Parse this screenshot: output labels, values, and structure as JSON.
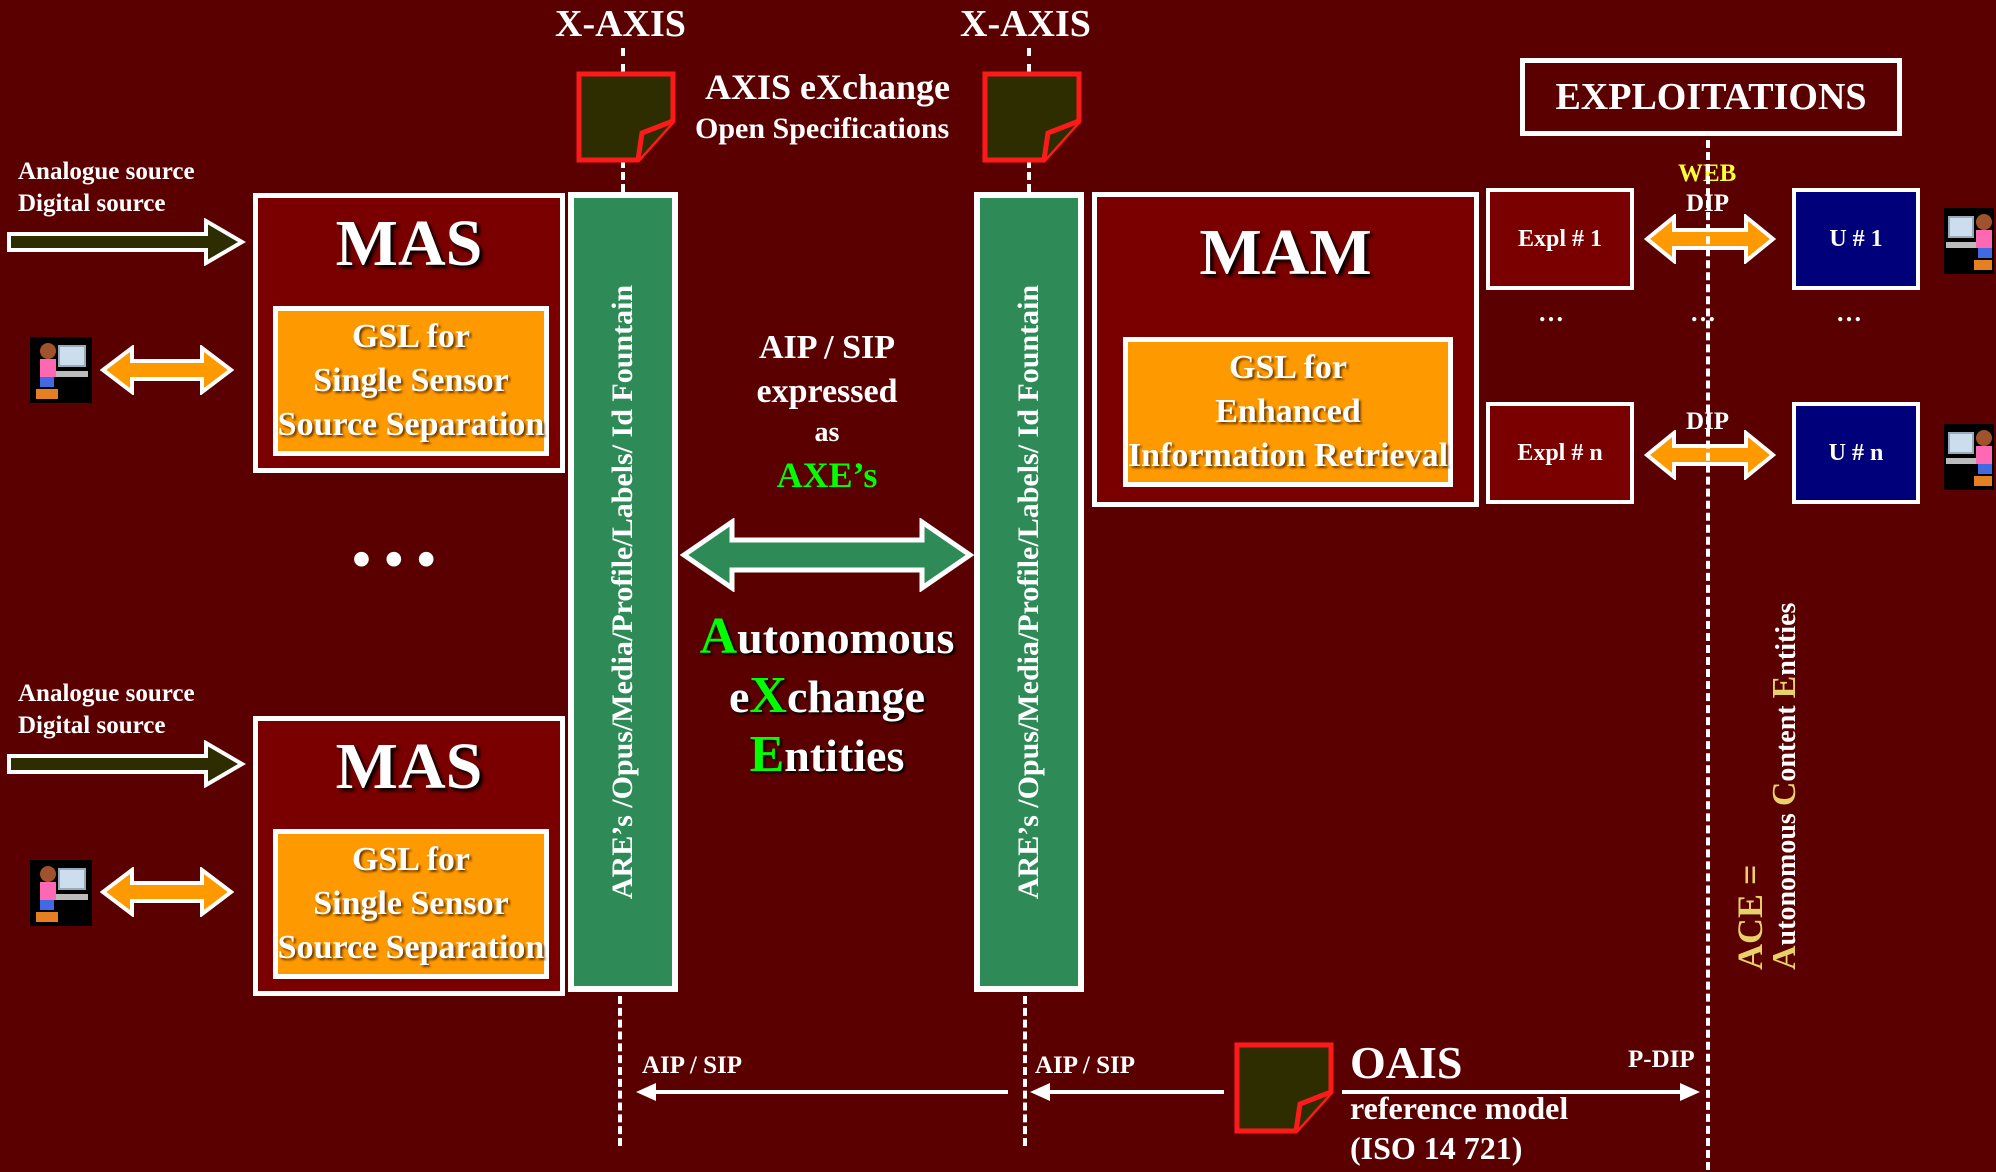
{
  "axis_labels": {
    "left": "X-AXIS",
    "right": "X-AXIS"
  },
  "axis_exchange": {
    "line1": "AXIS eXchange",
    "line2": "Open Specifications"
  },
  "exploitations": "EXPLOITATIONS",
  "sources": {
    "top": {
      "analogue": "Analogue source",
      "digital": "Digital source"
    },
    "bottom": {
      "analogue": "Analogue source",
      "digital": "Digital source"
    }
  },
  "mas_top": {
    "title": "MAS",
    "gsl": [
      "GSL for",
      "Single Sensor",
      "Source Separation"
    ]
  },
  "mas_bottom": {
    "title": "MAS",
    "gsl": [
      "GSL for",
      "Single Sensor",
      "Source Separation"
    ]
  },
  "mas_dots": "• • •",
  "bars": {
    "left": "ARE’s /Opus/Media/Profile/Labels/ Id Fountain",
    "right": "ARE’s /Opus/Media/Profile/Labels/ Id Fountain"
  },
  "middle": {
    "aip_sip": "AIP / SIP",
    "expressed": "expressed",
    "as": "as",
    "axes": "AXE’s",
    "autonomous_first": "A",
    "autonomous_rest": "utonomous",
    "exchange_first": "e",
    "exchange_x": "X",
    "exchange_rest": "change",
    "entities_first": "E",
    "entities_rest": "ntities"
  },
  "mam": {
    "title": "MAM",
    "gsl": [
      "GSL for",
      "Enhanced",
      "Information Retrieval"
    ]
  },
  "expl": {
    "first": "Expl # 1",
    "last": "Expl # n",
    "dots": "…"
  },
  "users": {
    "first": "U # 1",
    "last": "U # n",
    "dots": "…"
  },
  "web": "WEB",
  "dip_top": "DIP",
  "dip_bottom": "DIP",
  "mid_dots": "…",
  "ace": {
    "prefix": "ACE =",
    "a_first": "A",
    "a_rest": "utonomous ",
    "c_first": "C",
    "c_rest": "ontent ",
    "e_first": "E",
    "e_rest": "ntities"
  },
  "bottom": {
    "aip_sip_left": "AIP / SIP",
    "aip_sip_right": "AIP / SIP",
    "p_dip": "P-DIP",
    "oais": "OAIS",
    "reference": "reference model",
    "iso": "(ISO 14 721)"
  },
  "colors": {
    "background": "#5a0000",
    "box": "#7a0000",
    "orange": "#ff9900",
    "green_bar": "#2e8b57",
    "user_box": "#00007a",
    "highlight_green": "#00ff00",
    "highlight_yellow": "#e9d16a"
  }
}
